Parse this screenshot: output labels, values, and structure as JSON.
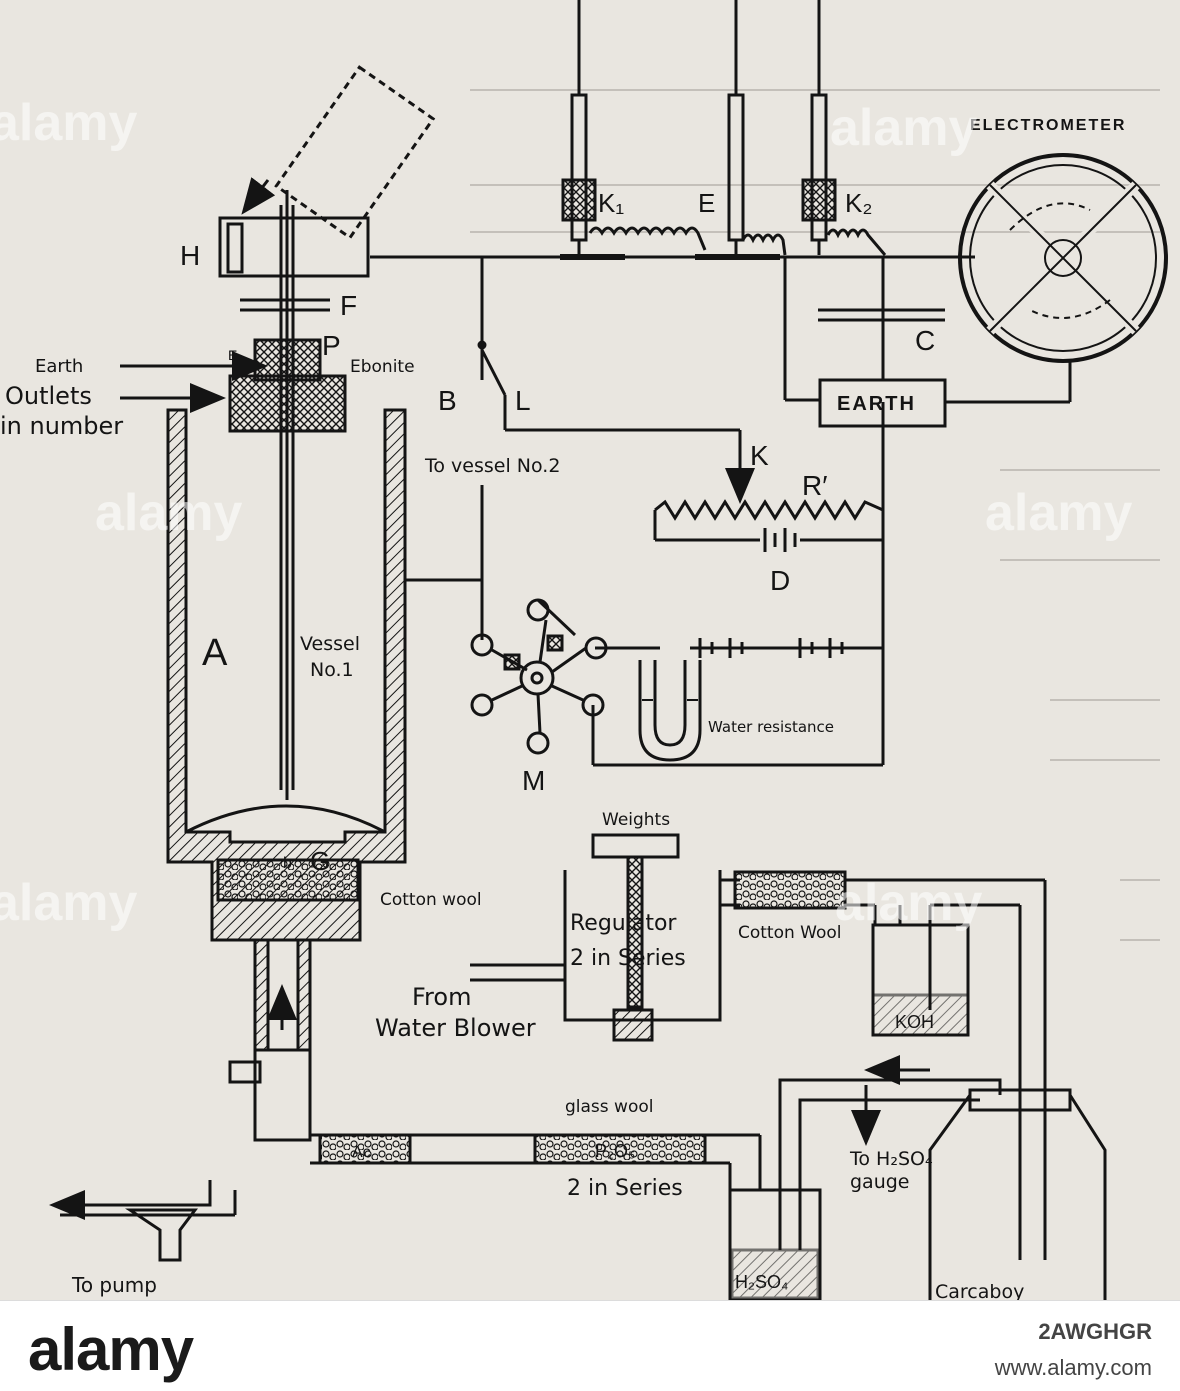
{
  "diagram": {
    "labels": {
      "electrometer": "ELECTROMETER",
      "earth_box": "EARTH",
      "H": "H",
      "F": "F",
      "P": "P",
      "E_small": "E",
      "earth_arrow": "Earth",
      "ebonite": "Ebonite",
      "outlets": "Outlets",
      "in_number": "in number",
      "B": "B",
      "L": "L",
      "K": "K",
      "R_prime": "R′",
      "C": "C",
      "D": "D",
      "M": "M",
      "K1": "K₁",
      "E_electrode": "E",
      "K2": "K₂",
      "to_vessel_2": "To vessel No.2",
      "A": "A",
      "vessel": "Vessel",
      "vessel_no": "No.1",
      "b": "b",
      "G": "G",
      "cotton_wool_1": "Cotton wool",
      "cotton_wool_2": "Cotton Wool",
      "water_resistance": "Water resistance",
      "weights": "Weights",
      "regulator": "Regulator",
      "two_in_series_1": "2 in Series",
      "from": "From",
      "water_blower": "Water Blower",
      "koh": "KOH",
      "glass_wool": "glass wool",
      "ac": "Ac",
      "p2o5": "P₂O₅",
      "two_in_series_2": "2 in Series",
      "to_h2so4": "To H₂SO₄",
      "gauge": "gauge",
      "h2so4": "H₂SO₄",
      "to_pump": "To pump",
      "carboy": "Carcaboy"
    }
  },
  "watermark": {
    "text": "alamy"
  },
  "footer": {
    "logo": "alamy",
    "image_id": "2AWGHGR",
    "url": "www.alamy.com"
  },
  "colors": {
    "paper": "#e9e6e0",
    "ink": "#141414",
    "watermark": "#ffffff"
  }
}
